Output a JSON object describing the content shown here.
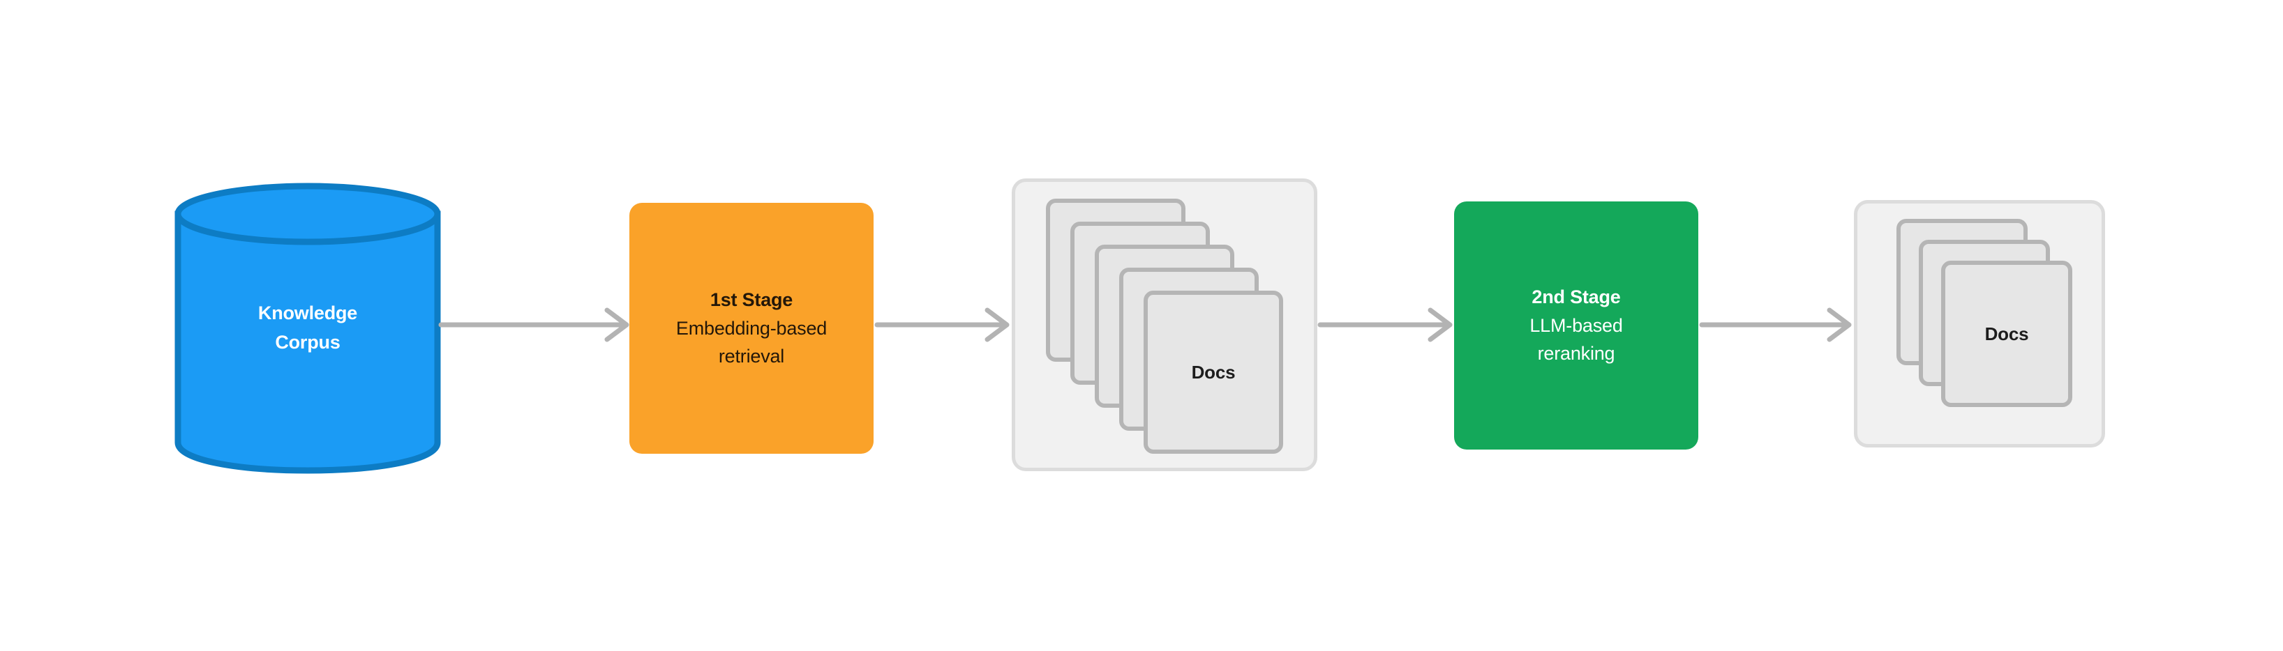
{
  "diagram": {
    "type": "flow-pipeline",
    "background": "#ffffff",
    "nodes": {
      "corpus": {
        "label_line1": "Knowledge",
        "label_line2": "Corpus",
        "shape": "cylinder",
        "fill": "#1B9BF5",
        "stroke": "#0D7CC4",
        "text_color": "#ffffff"
      },
      "stage1": {
        "title": "1st Stage",
        "desc_line1": "Embedding-based",
        "desc_line2": "retrieval",
        "shape": "rounded-rect",
        "fill": "#FAA229",
        "text_color": "#231709"
      },
      "docs1": {
        "label": "Docs",
        "shape": "document-stack",
        "card_count": 5,
        "container_fill": "#F1F1F1",
        "container_stroke": "#DCDCDC",
        "card_fill": "#E6E6E6",
        "card_stroke": "#B5B5B5",
        "text_color": "#1d1d1d"
      },
      "stage2": {
        "title": "2nd Stage",
        "desc_line1": "LLM-based",
        "desc_line2": "reranking",
        "shape": "rounded-rect",
        "fill": "#14A85A",
        "text_color": "#ffffff"
      },
      "docs2": {
        "label": "Docs",
        "shape": "document-stack",
        "card_count": 3,
        "container_fill": "#F1F1F1",
        "container_stroke": "#DCDCDC",
        "card_fill": "#E6E6E6",
        "card_stroke": "#B5B5B5",
        "text_color": "#1d1d1d"
      }
    },
    "connectors": {
      "color": "#B3B3B3",
      "style": "open-arrowhead",
      "edges": [
        {
          "from": "corpus",
          "to": "stage1"
        },
        {
          "from": "stage1",
          "to": "docs1"
        },
        {
          "from": "docs1",
          "to": "stage2"
        },
        {
          "from": "stage2",
          "to": "docs2"
        }
      ]
    }
  }
}
